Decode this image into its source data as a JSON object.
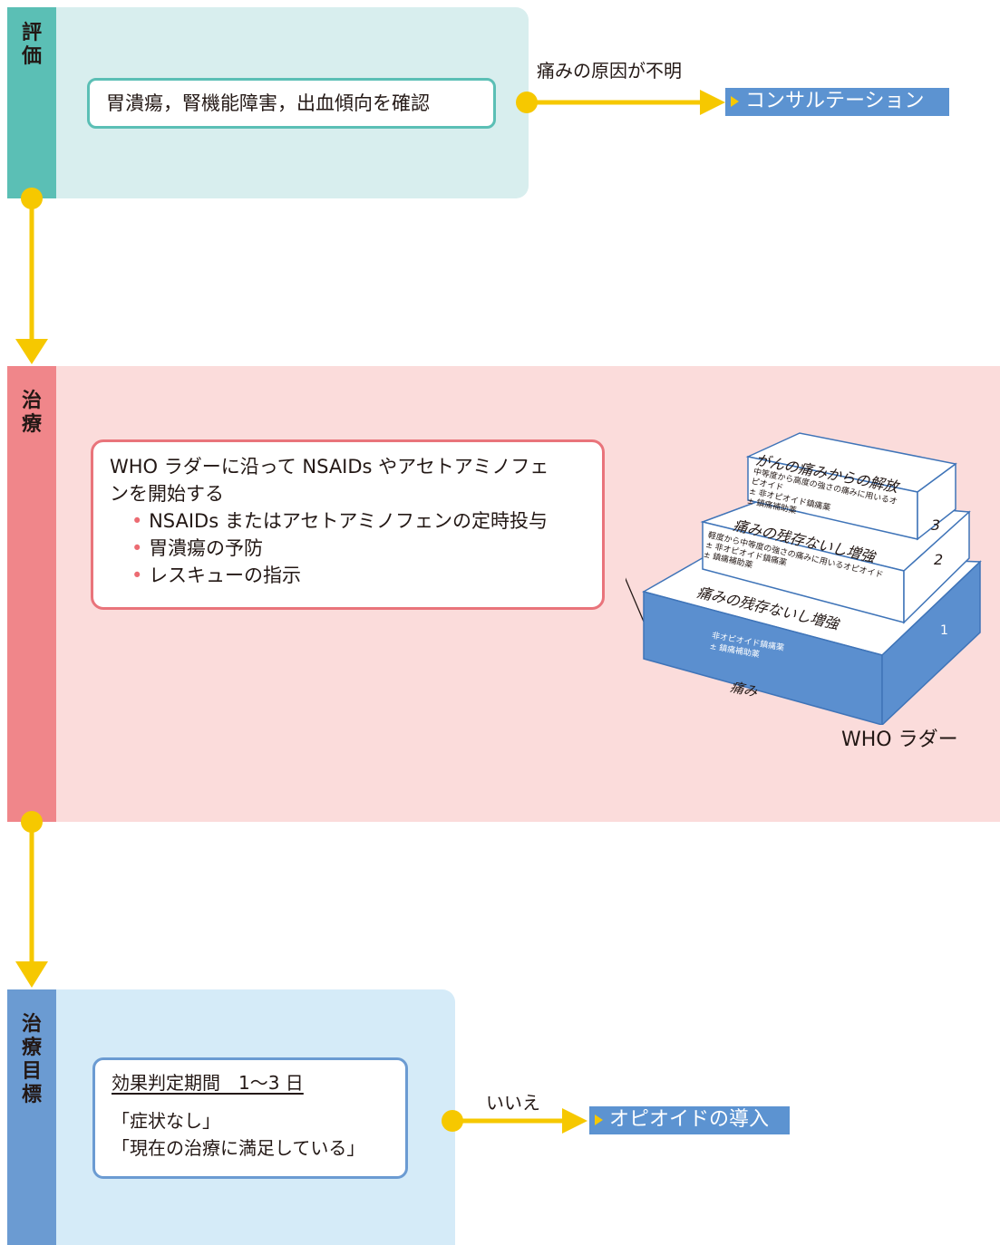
{
  "evaluation": {
    "label": [
      "評",
      "価"
    ],
    "box_text": "胃潰瘍，腎機能障害，出血傾向を確認",
    "arrow_label": "痛みの原因が不明",
    "target": "コンサルテーション"
  },
  "treatment": {
    "label": [
      "治",
      "療"
    ],
    "box_line1": "WHO ラダーに沿って NSAIDs やアセトアミノフェ",
    "box_line2": "ンを開始する",
    "bullets": [
      "NSAIDs またはアセトアミノフェンの定時投与",
      "胃潰瘍の予防",
      "レスキューの指示"
    ],
    "ladder": {
      "caption": "WHO ラダー",
      "pain_label": "痛み",
      "steps": [
        {
          "number": "1",
          "top_label": "痛みの残存ないし増強",
          "lines": [
            "非オピオイド鎮痛薬",
            "± 鎮痛補助薬"
          ]
        },
        {
          "number": "2",
          "top_label": "痛みの残存ないし増強",
          "lines": [
            "軽度から中等度の強さの痛みに用いるオピオイド",
            "± 非オピオイド鎮痛薬",
            "± 鎮痛補助薬"
          ]
        },
        {
          "number": "3",
          "top_label": "がんの痛みからの解放",
          "lines": [
            "中等度から高度の強さの痛みに用いるオ",
            "ピオイド",
            "± 非オピオイド鎮痛薬",
            "± 鎮痛補助薬"
          ]
        }
      ]
    }
  },
  "goal": {
    "label": [
      "治",
      "療",
      "目",
      "標"
    ],
    "period": "効果判定期間　1〜3 日",
    "line1": "「症状なし」",
    "line2": "「現在の治療に満足している」",
    "arrow_label": "いいえ",
    "target": "オピオイドの導入"
  },
  "colors": {
    "eval_band": "#5bbfb5",
    "eval_bg": "#d8eeee",
    "eval_border": "#5bbfb5",
    "treat_band": "#f0868a",
    "treat_bg": "#fbdcdb",
    "treat_border": "#e9747b",
    "goal_band": "#6b9bd2",
    "goal_bg": "#d5ebf8",
    "goal_border": "#6b9bd2",
    "arrow": "#f6c800",
    "tag_bg": "#5c93d1",
    "bullet": "#ec6b72",
    "ladder_blue": "#5b8fcf"
  }
}
